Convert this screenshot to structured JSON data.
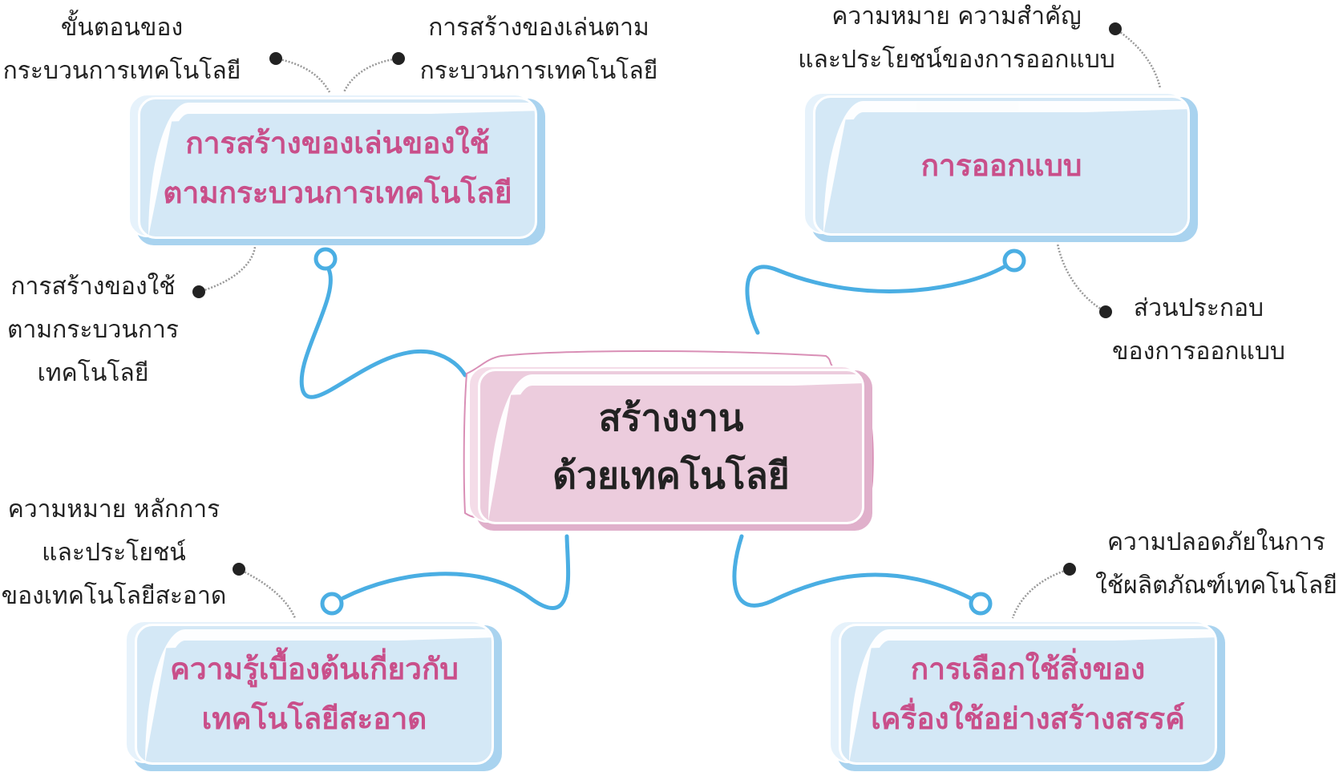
{
  "center": {
    "lines": [
      "สร้างงาน",
      "ด้วยเทคโนโลยี"
    ]
  },
  "topics": [
    {
      "lines": [
        "การสร้างของเล่นของใช้",
        "ตามกระบวนการเทคโนโลยี"
      ]
    },
    {
      "lines": [
        "การออกแบบ"
      ]
    },
    {
      "lines": [
        "ความรู้เบื้องต้นเกี่ยวกับ",
        "เทคโนโลยีสะอาด"
      ]
    },
    {
      "lines": [
        "การเลือกใช้สิ่งของ",
        "เครื่องใช้อย่างสร้างสรรค์"
      ]
    }
  ],
  "subtopics": [
    {
      "lines": [
        "ขั้นตอนของ",
        "กระบวนการเทคโนโลยี"
      ]
    },
    {
      "lines": [
        "การสร้างของเล่นตาม",
        "กระบวนการเทคโนโลยี"
      ]
    },
    {
      "lines": [
        "การสร้างของใช้",
        "ตามกระบวนการ",
        "เทคโนโลยี"
      ]
    },
    {
      "lines": [
        "ความหมาย ความสำคัญ",
        "และประโยชน์ของการออกแบบ"
      ]
    },
    {
      "lines": [
        "ส่วนประกอบ",
        "ของการออกแบบ"
      ]
    },
    {
      "lines": [
        "ความหมาย หลักการ",
        "และประโยชน์",
        "ของเทคโนโลยีสะอาด"
      ]
    },
    {
      "lines": [
        "ความปลอดภัยในการ",
        "ใช้ผลิตภัณฑ์เทคโนโลยี"
      ]
    }
  ],
  "colors": {
    "connector": "#4aaee3",
    "topic_text": "#c94f8a",
    "topic_fill": "#d4e8f6",
    "center_fill": "#ecccdd"
  }
}
